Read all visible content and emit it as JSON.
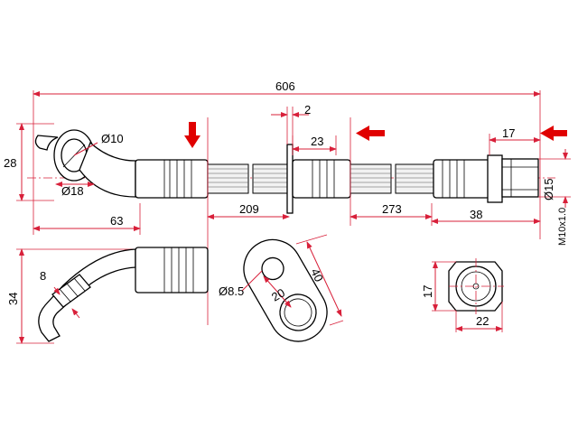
{
  "dimensions": {
    "overall_length": "606",
    "flange_thickness": "2",
    "eye_inner_dia": "Ø10",
    "eye_height": "28",
    "eye_outer_dia": "Ø18",
    "fitting_length": "23",
    "end_fitting": "17",
    "thread_dia": "Ø15",
    "thread_spec": "M10x1.0",
    "to_bracket_1": "63",
    "hose_section_1": "209",
    "hose_section_2": "273",
    "end_length": "38",
    "side_height": "34",
    "side_tube_dia": "8",
    "bracket_length": "40",
    "bracket_hole_dia": "Ø8.5",
    "bracket_hole_spacing": "20",
    "hex_height": "17",
    "hex_width": "22"
  },
  "colors": {
    "dimension_line": "#d8203a",
    "arrow": "#e00000",
    "part_outline": "#000000"
  },
  "arrows": [
    {
      "name": "down-arrow-icon",
      "direction": "down"
    },
    {
      "name": "left-arrow-icon-center",
      "direction": "left"
    },
    {
      "name": "left-arrow-icon-right",
      "direction": "left"
    }
  ]
}
